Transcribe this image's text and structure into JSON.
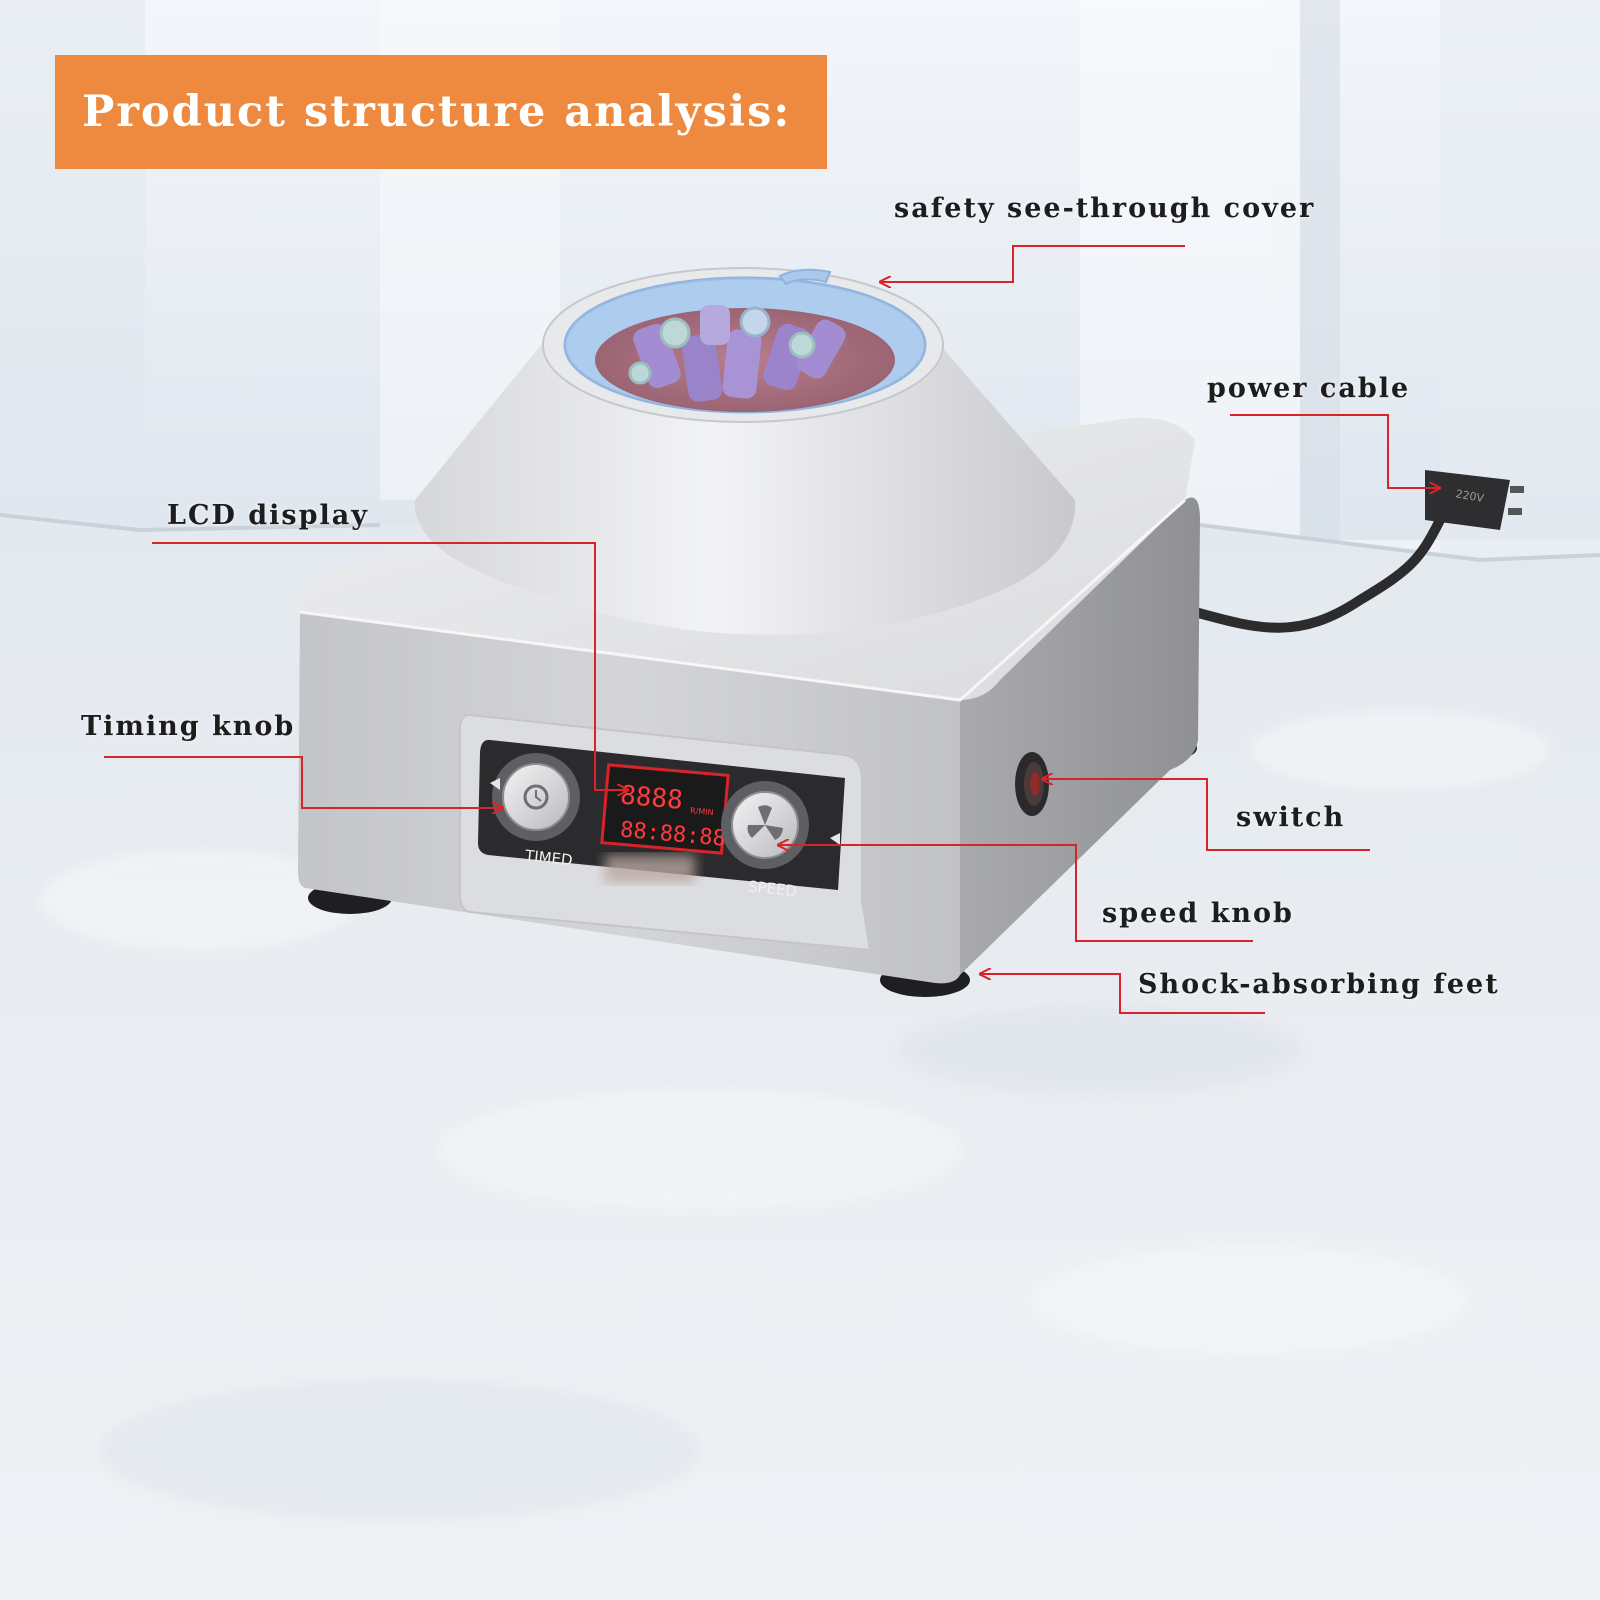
{
  "banner": {
    "title": "Product structure analysis:"
  },
  "labels": {
    "cover": "safety see-through cover",
    "power_cable": "power cable",
    "lcd": "LCD display",
    "timing_knob": "Timing knob",
    "switch": "switch",
    "speed_knob": "speed knob",
    "feet": "Shock-absorbing feet"
  },
  "device": {
    "panel_left": "TIMED",
    "panel_right": "SPEED",
    "display_top": "8888",
    "display_unit": "R/MIN",
    "display_bottom": "88:88:88",
    "plug": "220V"
  },
  "colors": {
    "banner": "#ed8a3f",
    "callout": "#d9232b",
    "body": "#d3d4d7",
    "lid": "#9fc3ea",
    "tubes": "#9b73c7"
  }
}
